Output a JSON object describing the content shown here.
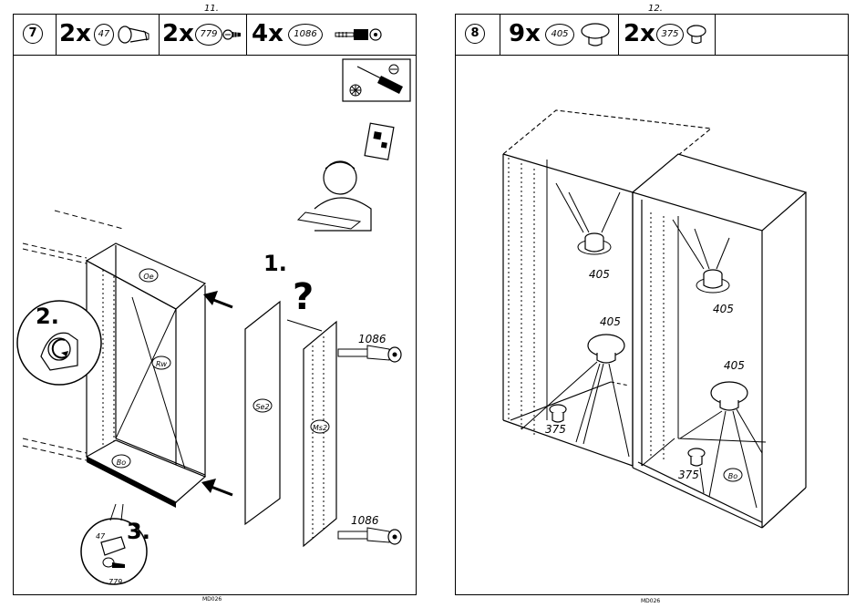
{
  "left": {
    "page_number": "11.",
    "step": "7",
    "parts": [
      {
        "qty": "2x",
        "part": "47"
      },
      {
        "qty": "2x",
        "part": "779"
      },
      {
        "qty": "4x",
        "part": "1086"
      }
    ],
    "panel_labels": {
      "top": "Oe",
      "side": "Rw",
      "bottom": "Bo",
      "panel1": "Se2",
      "panel2": "Ms2"
    },
    "callouts": {
      "step1": "1.",
      "step2": "2.",
      "step3": "3.",
      "question": "?"
    },
    "dowel_label_top": "1086",
    "dowel_label_bottom": "1086",
    "detail_labels": {
      "a": "47",
      "b": "779"
    },
    "footer": "MD026"
  },
  "right": {
    "page_number": "12.",
    "step": "8",
    "parts": [
      {
        "qty": "9x",
        "part": "405"
      },
      {
        "qty": "2x",
        "part": "375"
      }
    ],
    "labels": {
      "cap_left_upper": "405",
      "cap_left_lower": "405",
      "plug_left": "375",
      "cap_right_upper": "405",
      "cap_right_lower": "405",
      "plug_right": "375",
      "bottom_panel": "Bo"
    },
    "footer": "MD026"
  }
}
